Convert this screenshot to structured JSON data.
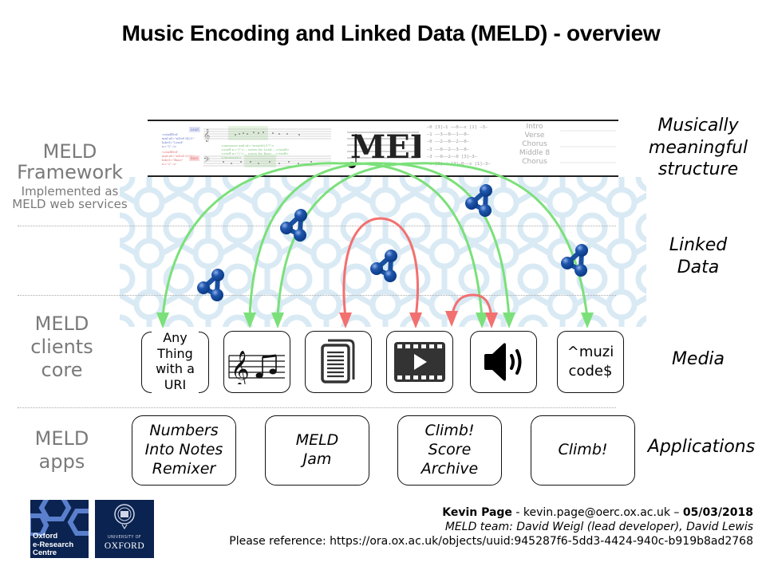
{
  "title": "Music Encoding and Linked Data (MELD) - overview",
  "left_labels": {
    "framework": {
      "line1": "MELD",
      "line2": "Framework",
      "sub1": "Implemented as",
      "sub2": "MELD web services"
    },
    "clients": {
      "line1": "MELD",
      "line2": "clients",
      "line3": "core"
    },
    "apps": {
      "line1": "MELD",
      "line2": "apps"
    }
  },
  "right_labels": {
    "structure": {
      "line1": "Musically",
      "line2": "meaningful",
      "line3": "structure"
    },
    "linked_data": {
      "line1": "Linked",
      "line2": "Data"
    },
    "media": "Media",
    "applications": "Applications"
  },
  "banner": {
    "mei_logo": "MEI",
    "mei_snippet": {
      "staff1": [
        "<staffDef",
        "xml:id=\"nDef-3421\"",
        "label=\"Lead\"",
        "n=\"1\" />"
      ],
      "staff2": [
        "<staffDef",
        "xml:id=\"nDef-3365\"",
        "label=\"Bass\"",
        "n=\"2\" />"
      ],
      "measure": [
        "<measure xml:id=\"meaS6217\">",
        "<staff n=\"1\">... notes for Lead ...</staff>",
        "<staff n=\"2\">... notes for Bass ...</staff>",
        "</measure>"
      ],
      "lead_label": "Lead",
      "bass_label": "Bass"
    },
    "tab_rows": [
      "—0 [3]—1 ——0——x [1] —3—",
      "—1 ——3——0——1——0—",
      "—0 ——2——0——2——0—",
      "—3 ——0——2——3——0—",
      "—3 ——0——2——0 [3]—3—",
      "—x [3]—x [3]—0——x [1]—3—"
    ],
    "sections": [
      "Intro",
      "Verse",
      "Chorus",
      "Middle 8",
      "Chorus"
    ]
  },
  "media": [
    {
      "id": "any-uri",
      "lines": [
        "Any",
        "Thing",
        "with a",
        "URI"
      ]
    },
    {
      "id": "score",
      "icon": "music-score-icon"
    },
    {
      "id": "document",
      "icon": "document-icon"
    },
    {
      "id": "video",
      "icon": "video-icon"
    },
    {
      "id": "audio",
      "icon": "speaker-icon"
    },
    {
      "id": "muzicode",
      "lines": [
        "^muzi",
        "code$"
      ]
    }
  ],
  "apps": [
    {
      "lines": [
        "Numbers",
        "Into Notes",
        "Remixer"
      ]
    },
    {
      "lines": [
        "MELD",
        "Jam"
      ]
    },
    {
      "lines": [
        "Climb!",
        "Score",
        "Archive"
      ]
    },
    {
      "lines": [
        "Climb!"
      ]
    }
  ],
  "footer": {
    "author": "Kevin Page",
    "sep1": " - ",
    "email": "kevin.page@oerc.ox.ac.uk",
    "sep2": " – ",
    "date": "05/03/2018",
    "team": "MELD team: David Weigl (lead developer), David Lewis",
    "reference": "Please reference: https://ora.ox.ac.uk/objects/uuid:945287f6-5dd3-4424-940c-b919b8ad2768"
  },
  "logos": {
    "oerc": [
      "Oxford",
      "e-Research",
      "Centre"
    ],
    "oxford_small": "UNIVERSITY OF",
    "oxford_big": "OXFORD"
  },
  "colors": {
    "green_arrow": "#7be07a",
    "red_arrow": "#f37070",
    "rdf_blue": "#1a4fa0",
    "pattern": "#d8eaf4",
    "label_grey": "#7a7a7a",
    "logo_navy": "#0b2350"
  }
}
